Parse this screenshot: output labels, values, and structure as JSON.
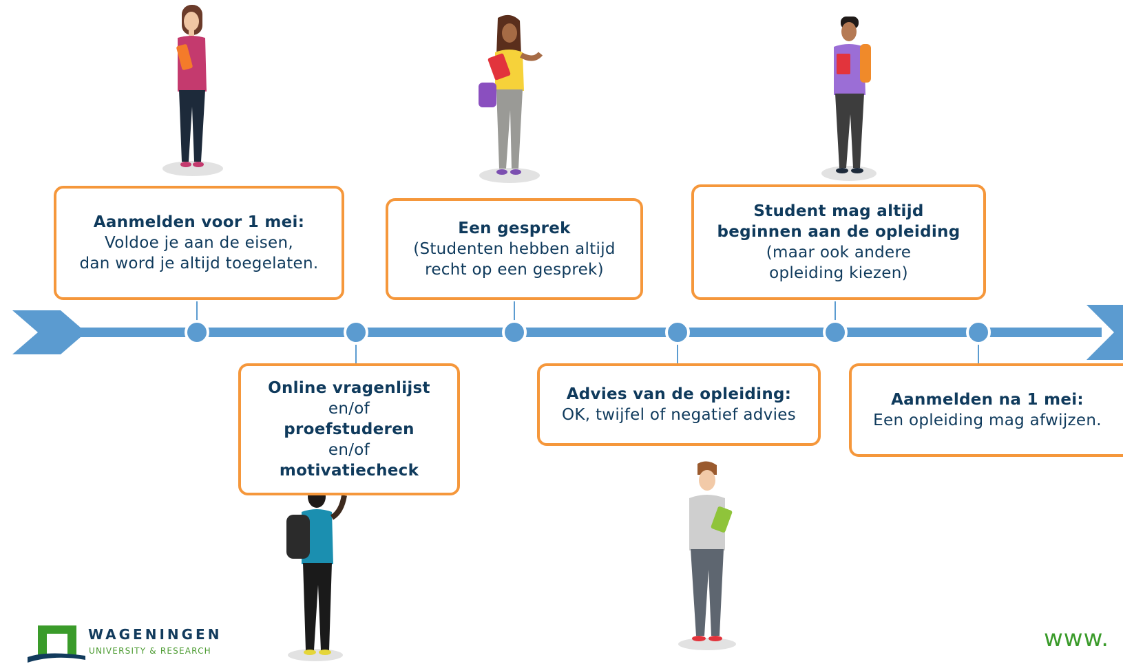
{
  "steps": {
    "step1": {
      "title": "Aanmelden voor 1 mei:",
      "line1": "Voldoe je aan de eisen,",
      "line2": "dan word je altijd toegelaten."
    },
    "step2": {
      "title": "Online vragenlijst",
      "line1": "en/of",
      "line2": "proefstuderen",
      "line3": "en/of",
      "line4": "motivatiecheck"
    },
    "step3": {
      "title": "Een gesprek",
      "line1": "(Studenten hebben altijd",
      "line2": "recht op een gesprek)"
    },
    "step4": {
      "title": "Advies van de opleiding:",
      "line1": "OK, twijfel of negatief advies"
    },
    "step5": {
      "title1": "Student mag altijd",
      "title2": "beginnen aan de opleiding",
      "line1": "(maar ook andere",
      "line2": "opleiding kiezen)"
    },
    "step6": {
      "title": "Aanmelden na 1 mei:",
      "line1": "Een opleiding mag afwijzen."
    }
  },
  "logo": {
    "name": "WAGENINGEN",
    "sub": "UNIVERSITY & RESEARCH"
  },
  "url": "www.",
  "colors": {
    "box_border": "#f5973b",
    "timeline": "#5b9bd0",
    "text": "#0f3a5c",
    "logo_green": "#3a9b2a"
  }
}
